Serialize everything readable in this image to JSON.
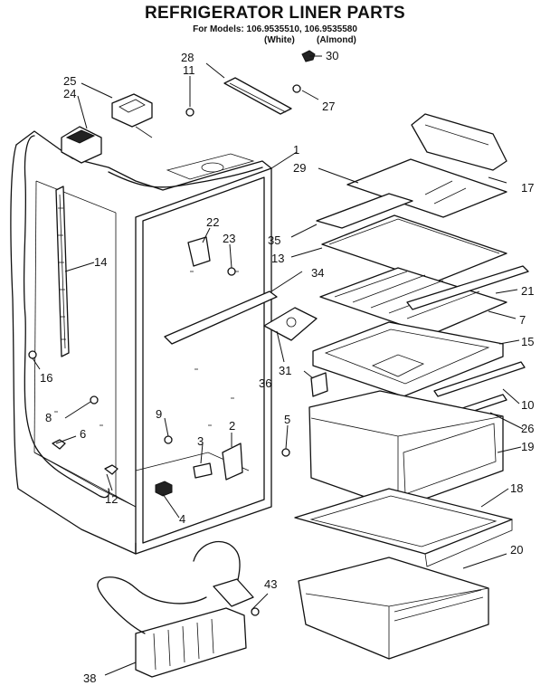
{
  "header": {
    "title": "REFRIGERATOR LINER PARTS",
    "models_line": "For Models: 106.9535510, 106.9535580",
    "variant_white": "(White)",
    "variant_almond": "(Almond)"
  },
  "callouts": [
    {
      "id": "c1",
      "label": "1"
    },
    {
      "id": "c2",
      "label": "2"
    },
    {
      "id": "c3",
      "label": "3"
    },
    {
      "id": "c4",
      "label": "4"
    },
    {
      "id": "c5",
      "label": "5"
    },
    {
      "id": "c6",
      "label": "6"
    },
    {
      "id": "c7",
      "label": "7"
    },
    {
      "id": "c8",
      "label": "8"
    },
    {
      "id": "c9",
      "label": "9"
    },
    {
      "id": "c10",
      "label": "10"
    },
    {
      "id": "c11",
      "label": "11"
    },
    {
      "id": "c12",
      "label": "12"
    },
    {
      "id": "c13",
      "label": "13"
    },
    {
      "id": "c14",
      "label": "14"
    },
    {
      "id": "c15",
      "label": "15"
    },
    {
      "id": "c16",
      "label": "16"
    },
    {
      "id": "c17",
      "label": "17"
    },
    {
      "id": "c18",
      "label": "18"
    },
    {
      "id": "c19",
      "label": "19"
    },
    {
      "id": "c20",
      "label": "20"
    },
    {
      "id": "c21",
      "label": "21"
    },
    {
      "id": "c22",
      "label": "22"
    },
    {
      "id": "c23",
      "label": "23"
    },
    {
      "id": "c24",
      "label": "24"
    },
    {
      "id": "c25",
      "label": "25"
    },
    {
      "id": "c26",
      "label": "26"
    },
    {
      "id": "c27",
      "label": "27"
    },
    {
      "id": "c28",
      "label": "28"
    },
    {
      "id": "c29",
      "label": "29"
    },
    {
      "id": "c30",
      "label": "30"
    },
    {
      "id": "c31",
      "label": "31"
    },
    {
      "id": "c34",
      "label": "34"
    },
    {
      "id": "c35",
      "label": "35"
    },
    {
      "id": "c36",
      "label": "36"
    },
    {
      "id": "c38",
      "label": "38"
    },
    {
      "id": "c43",
      "label": "43"
    }
  ]
}
